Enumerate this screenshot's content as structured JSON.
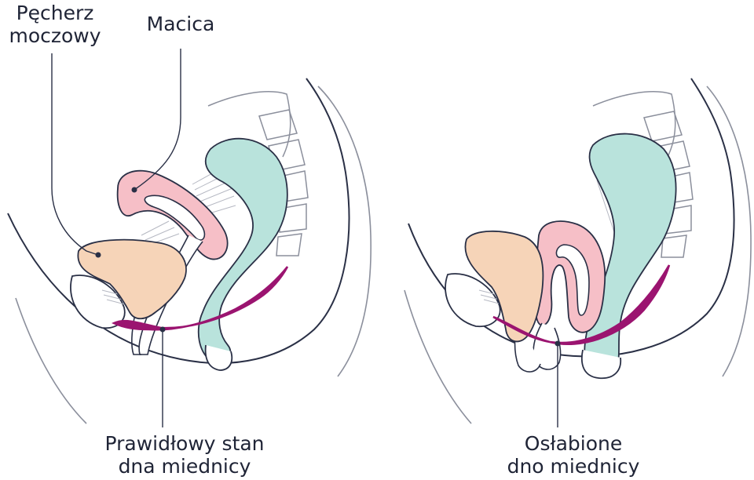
{
  "labels": {
    "bladder": [
      "Pęcherz",
      "moczowy"
    ],
    "uterus": "Macica",
    "normal": [
      "Prawidłowy stan",
      "dna miednicy"
    ],
    "weakened": [
      "Osłabione",
      "dno miednicy"
    ]
  },
  "colors": {
    "outline": "#2a3046",
    "light_line": "#8b8f9c",
    "bladder": "#f6d4b8",
    "uterus": "#f6bfc7",
    "rectum": "#b9e3dc",
    "pelvic_floor": "#9b1470",
    "text": "#1f2436"
  }
}
